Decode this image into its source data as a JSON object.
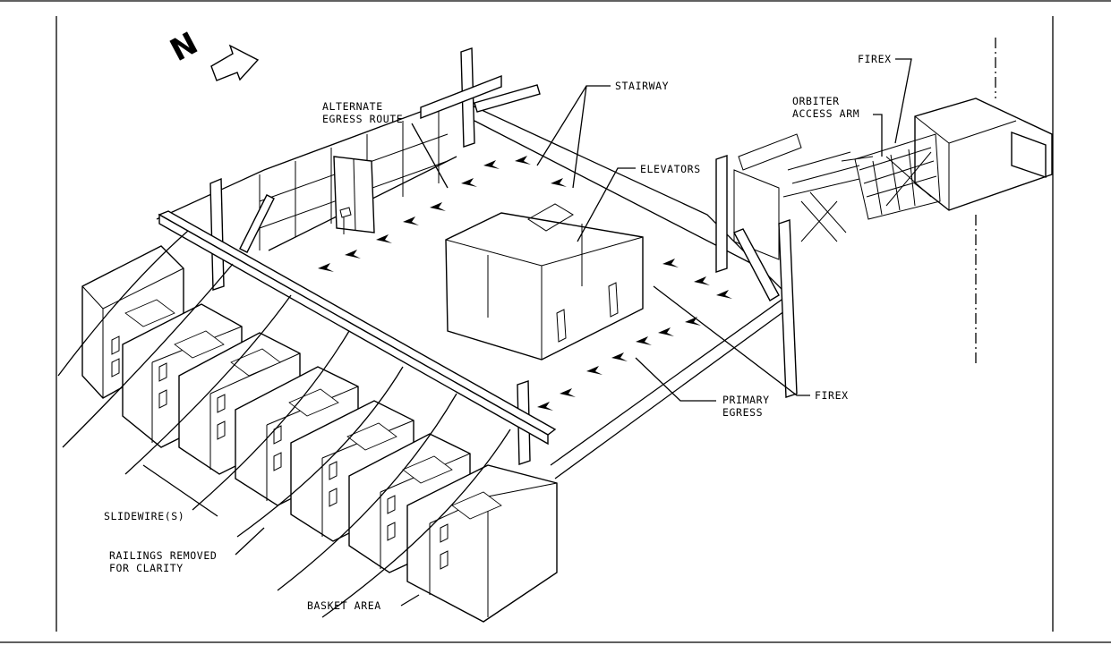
{
  "labels": {
    "stairway": "STAIRWAY",
    "alternate_egress_1": "ALTERNATE",
    "alternate_egress_2": "EGRESS ROUTE",
    "elevators": "ELEVATORS",
    "firex_top": "FIREX",
    "orbiter_1": "ORBITER",
    "orbiter_2": "ACCESS ARM",
    "primary_egress_1": "PRIMARY",
    "primary_egress_2": "EGRESS",
    "firex_right": "FIREX",
    "slidewires": "SLIDEWIRE(S)",
    "railings_1": "RAILINGS REMOVED",
    "railings_2": "FOR CLARITY",
    "basket_area": "BASKET AREA"
  },
  "north_marker": "N",
  "icons": [
    "north-arrow-icon",
    "egress-chevron-icon"
  ]
}
